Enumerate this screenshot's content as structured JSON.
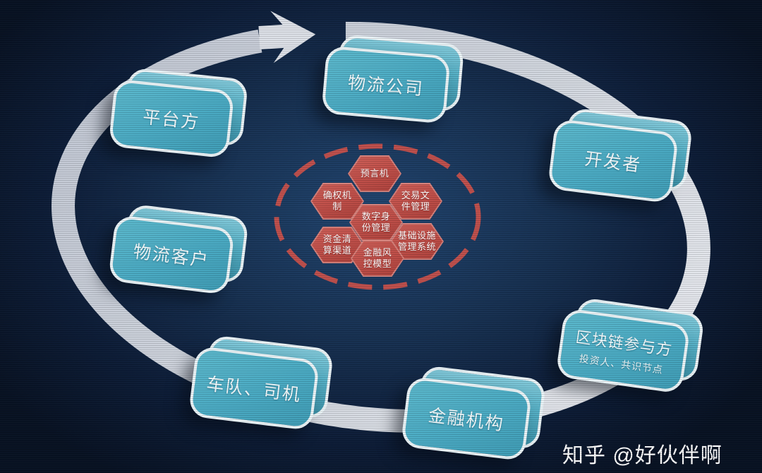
{
  "watermark": {
    "text": "知乎 @好伙伴啊"
  },
  "colors": {
    "background_center": "#214570",
    "background_edge": "#081223",
    "ring_band": "#ccd1da",
    "box_fill": "#4aabc4",
    "box_border": "#ecf5f8",
    "hex_fill": "#c04f49",
    "hex_edge": "#d8837d",
    "dashed_ellipse": "#c0504d",
    "text": "#ffffff"
  },
  "icons": {
    "cycle_arrow": "clockwise-arrow"
  },
  "nodes": [
    {
      "id": "platform",
      "label": "平台方"
    },
    {
      "id": "logistics-company",
      "label": "物流公司"
    },
    {
      "id": "developer",
      "label": "开发者"
    },
    {
      "id": "logistics-customer",
      "label": "物流客户"
    },
    {
      "id": "blockchain-participants",
      "label": "区块链参与方",
      "sublabel": "投资人、共识节点"
    },
    {
      "id": "fleet-drivers",
      "label": "车队、司机"
    },
    {
      "id": "financial-institutions",
      "label": "金融机构"
    }
  ],
  "hexagons": [
    {
      "id": "oracle",
      "label": "预言机"
    },
    {
      "id": "rights-confirmation",
      "label": "确权机\n制"
    },
    {
      "id": "transaction-file-management",
      "label": "交易文\n件管理"
    },
    {
      "id": "digital-identity-management",
      "label": "数字身\n份管理"
    },
    {
      "id": "fund-clearing-channel",
      "label": "资金清\n算渠道"
    },
    {
      "id": "infrastructure-management-system",
      "label": "基础设施\n管理系统"
    },
    {
      "id": "financial-risk-control-model",
      "label": "金融风\n控模型"
    }
  ]
}
